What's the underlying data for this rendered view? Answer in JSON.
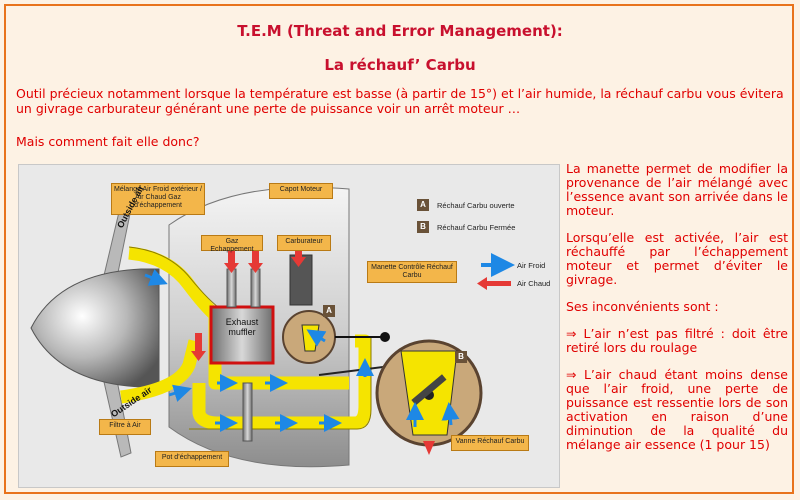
{
  "header": {
    "title": "T.E.M (Threat and Error Management):",
    "subtitle": "La réchauf’ Carbu"
  },
  "intro": "Outil précieux notamment lorsque la température est basse (à partir de 15°) et l’air humide, la réchauf carbu vous évitera un givrage carburateur générant une perte de puissance voir un arrêt moteur …",
  "question": "Mais comment fait elle donc?",
  "side": {
    "p1": "La manette permet de modifier la provenance de l’air mélangé avec l’essence avant son arrivée dans le moteur.",
    "p2": "Lorsqu’elle est activée, l’air est réchauffé par l’échappement moteur et permet d’éviter le givrage.",
    "p3": "Ses inconvénients sont :",
    "p4": "⇒ L’air n’est pas filtré : doit être retiré lors du roulage",
    "p5": "⇒ L’air chaud étant moins dense que l’air froid, une perte de puissance est ressentie lors de son activation en raison d’une diminution de la qualité du mélange air essence (1 pour 15)"
  },
  "diagram": {
    "labels": {
      "melange": "Mélange Air Froid extérieur / Air Chaud Gaz d’échappement",
      "capot": "Capot Moteur",
      "gaz": "Gaz Echappement",
      "carburateur": "Carburateur",
      "manette": "Manette Contrôle Réchauf Carbu",
      "filtre": "Filtre à Air",
      "pot": "Pot d’échappement",
      "vanne": "Vanne Réchauf Carbu"
    },
    "legend": {
      "a_letter": "A",
      "a_text": "Réchauf Carbu ouverte",
      "b_letter": "B",
      "b_text": "Réchauf Carbu Fermée",
      "froid": "Air Froid",
      "chaud": "Air Chaud"
    },
    "outside_top": "Outside air",
    "outside_bottom": "Outside air",
    "muffler": "Exhaust muffler",
    "letter_a": "A",
    "letter_b": "B",
    "colors": {
      "cold": "#1e88e5",
      "hot": "#e53935",
      "duct": "#f5e400",
      "label": "#f3b64a"
    }
  }
}
